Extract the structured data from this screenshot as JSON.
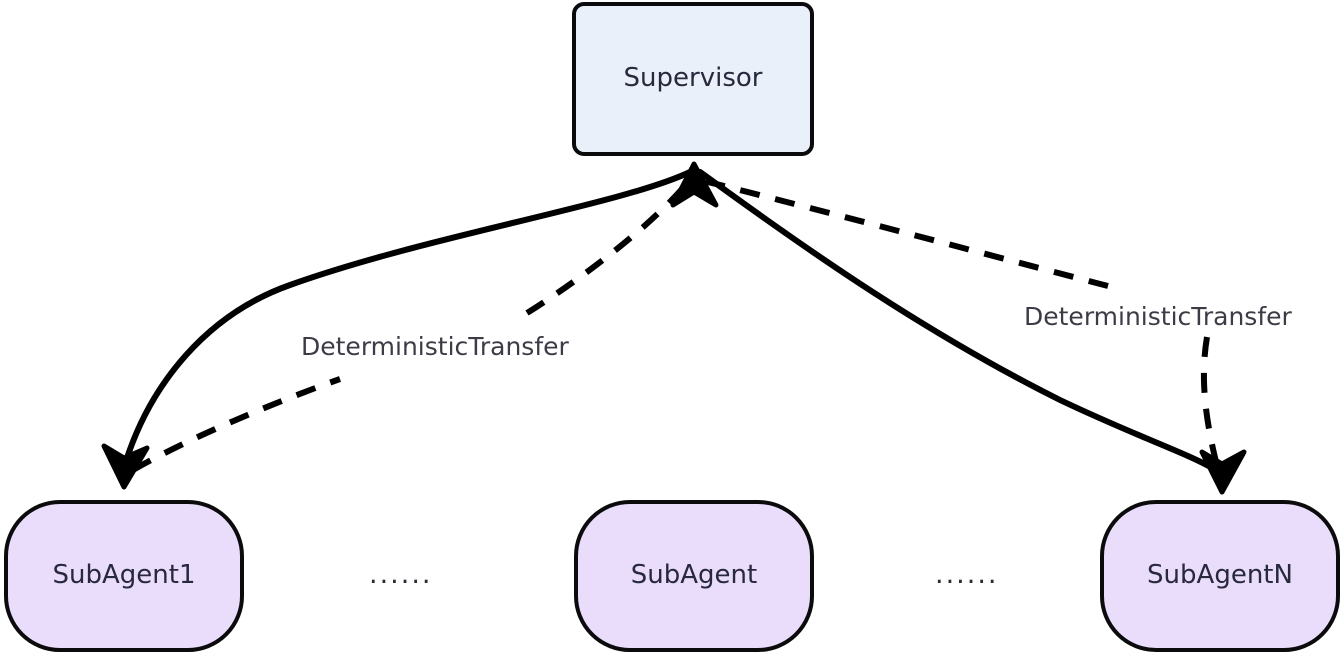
{
  "diagram": {
    "title": "Supervisor multi-agent deterministic transfer diagram",
    "background_color": "#ffffff",
    "nodes": [
      {
        "id": "supervisor",
        "label": "Supervisor",
        "shape": "rounded-rectangle",
        "fill": "#eaf0fa",
        "stroke": "#0b0b0d"
      },
      {
        "id": "subagent1",
        "label": "SubAgent1",
        "shape": "stadium",
        "fill": "#e9ddfb",
        "stroke": "#0b0b0d"
      },
      {
        "id": "subagent",
        "label": "SubAgent",
        "shape": "stadium",
        "fill": "#e9ddfb",
        "stroke": "#0b0b0d"
      },
      {
        "id": "subagentN",
        "label": "SubAgentN",
        "shape": "stadium",
        "fill": "#e9ddfb",
        "stroke": "#0b0b0d"
      }
    ],
    "edge_labels": [
      {
        "id": "label-left",
        "text": "DeterministicTransfer"
      },
      {
        "id": "label-right",
        "text": "DeterministicTransfer"
      }
    ],
    "ellipses": [
      {
        "id": "ellipsis-left",
        "text": "......"
      },
      {
        "id": "ellipsis-right",
        "text": "......"
      }
    ],
    "edges": [
      {
        "id": "supervisor-to-subagent1",
        "from": "supervisor",
        "to": "subagent1",
        "style": "solid",
        "arrowhead": "down",
        "color": "#000000"
      },
      {
        "id": "subagent1-to-supervisor",
        "from": "subagent1",
        "to": "supervisor",
        "style": "dashed",
        "arrowhead": "up",
        "color": "#000000"
      },
      {
        "id": "supervisor-to-subagentN",
        "from": "supervisor",
        "to": "subagentN",
        "style": "solid",
        "arrowhead": "down",
        "color": "#000000"
      },
      {
        "id": "subagentN-to-supervisor",
        "from": "subagentN",
        "to": "supervisor",
        "style": "dashed",
        "arrowhead": "up",
        "color": "#000000"
      }
    ]
  }
}
